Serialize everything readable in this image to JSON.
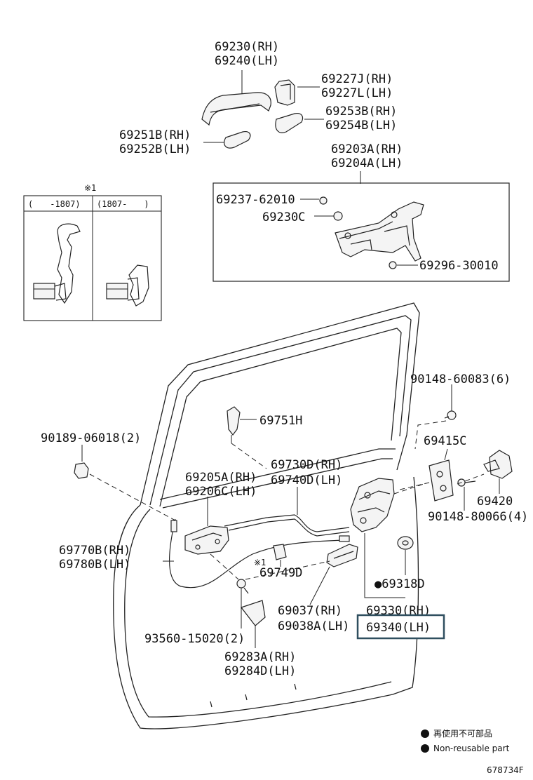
{
  "labels": {
    "handle_rh": "69230(RH)",
    "handle_lh": "69240(LH)",
    "cover_rh": "69227J(RH)",
    "cover_lh": "69227L(LH)",
    "pad_rh_253": "69253B(RH)",
    "pad_lh_254": "69254B(LH)",
    "pad_rh_251": "69251B(RH)",
    "pad_lh_252": "69252B(LH)",
    "frame_rh": "69203A(RH)",
    "frame_lh": "69204A(LH)",
    "screw_62010": "69237-62010",
    "part_69230c": "69230C",
    "bolt_30010": "69296-30010",
    "note_symbol": "※1",
    "period_before": "(　　-1807)",
    "period_after": "(1807-　　)",
    "screw_60083": "90148-60083(6)",
    "clip_06018": "90189-06018(2)",
    "part_69751h": "69751H",
    "part_69415c": "69415C",
    "rod_rh": "69730D(RH)",
    "rod_lh": "69740D(LH)",
    "inner_rh": "69205A(RH)",
    "inner_lh": "69206C(LH)",
    "striker": "69420",
    "screw_80066": "90148-80066(4)",
    "cable_rh": "69770B(RH)",
    "cable_lh": "69780B(LH)",
    "note_symbol_2": "※1",
    "part_69749d": "69749D",
    "part_69318d": "●69318D",
    "part_69037": "69037(RH)",
    "part_69038a": "69038A(LH)",
    "lock_rh": "69330(RH)",
    "lock_lh": "69340(LH)",
    "screw_15020": "93560-15020(2)",
    "cover_283a": "69283A(RH)",
    "cover_284d": "69284D(LH)"
  },
  "legend": {
    "jp": "再使用不可部品",
    "en": "Non-reusable part"
  },
  "ref_code": "678734F",
  "highlight_color": "#2f4f5f"
}
